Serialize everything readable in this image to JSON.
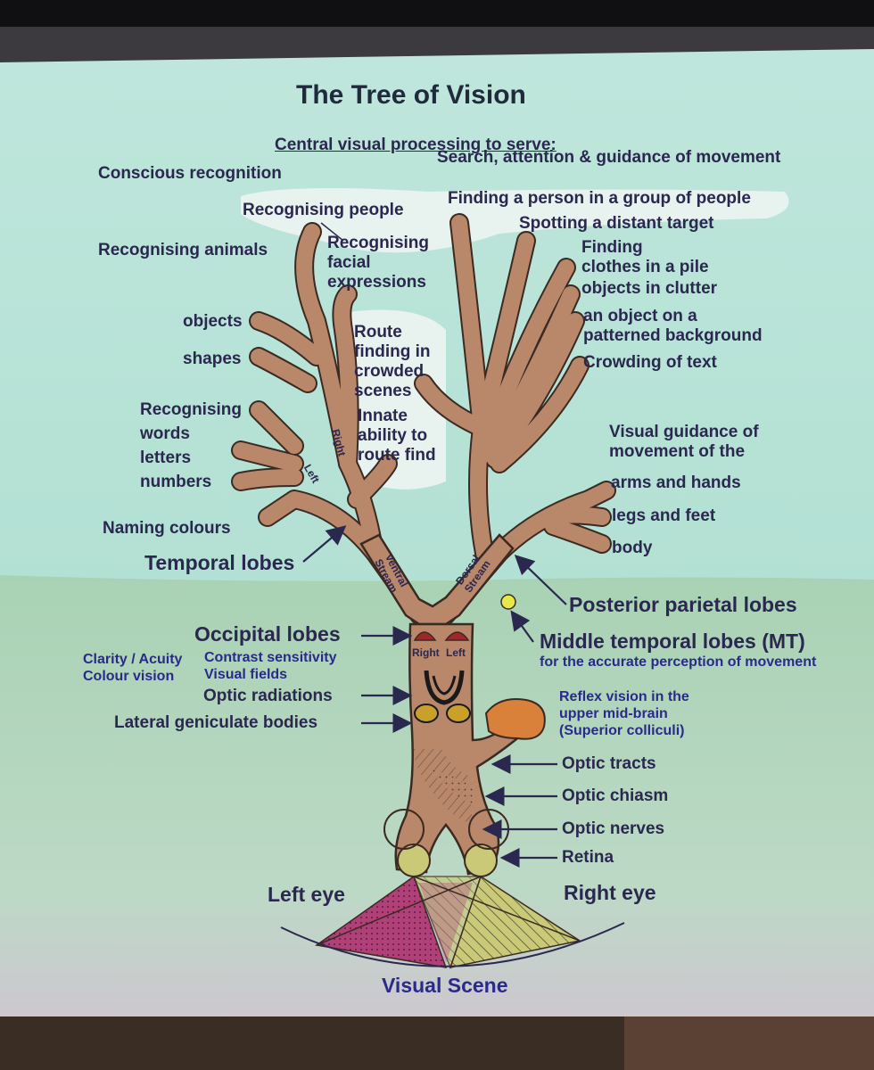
{
  "title": "The Tree of Vision",
  "subtitle": "Central visual processing to serve:",
  "header_left": "Conscious recognition",
  "header_right": "Search, attention & guidance of movement",
  "left_labels": {
    "recognising_people": "Recognising people",
    "recognising_animals": "Recognising animals",
    "facial_expressions": [
      "Recognising",
      "facial",
      "expressions"
    ],
    "objects": "objects",
    "shapes": "shapes",
    "route_finding": [
      "Route",
      "finding in",
      "crowded",
      "scenes"
    ],
    "innate": [
      "Innate",
      "ability to",
      "route find"
    ],
    "recognising_words": [
      "Recognising",
      "words",
      "letters",
      "numbers"
    ],
    "naming_colours": "Naming colours",
    "temporal_lobes": "Temporal lobes"
  },
  "right_labels": {
    "finding_person": "Finding a person in a group of people",
    "spotting_target": "Spotting a distant target",
    "finding": [
      "Finding",
      "clothes in a pile"
    ],
    "objects_clutter": "objects in clutter",
    "object_pattern": [
      "an object on a",
      "patterned background"
    ],
    "crowding_text": "Crowding of text",
    "visual_guidance": [
      "Visual guidance of",
      "movement of the"
    ],
    "arms_hands": "arms and hands",
    "legs_feet": "legs and feet",
    "body": "body",
    "posterior_parietal": "Posterior parietal lobes"
  },
  "stream_labels": {
    "ventral": [
      "Ventral",
      "Stream"
    ],
    "dorsal": [
      "Dorsal",
      "Stream"
    ],
    "left_branch": "Left",
    "right_branch": "Right",
    "trunk_right": "Right",
    "trunk_left": "Left"
  },
  "lower_labels": {
    "occipital": "Occipital lobes",
    "clarity": "Clarity / Acuity",
    "colour_vision": "Colour vision",
    "contrast": "Contrast sensitivity",
    "visual_fields": "Visual fields",
    "optic_radiations": "Optic radiations",
    "lgb": "Lateral geniculate bodies",
    "mt": "Middle temporal lobes (MT)",
    "mt_sub": "for the accurate perception of movement",
    "reflex": [
      "Reflex vision in the",
      "upper mid-brain",
      "(Superior colliculi)"
    ],
    "optic_tracts": "Optic tracts",
    "optic_chiasm": "Optic chiasm",
    "optic_nerves": "Optic nerves",
    "retina": "Retina",
    "left_eye": "Left eye",
    "right_eye": "Right eye",
    "visual_scene": "Visual Scene"
  },
  "colors": {
    "sky": "#b9e3d8",
    "ground": "#a7d0b6",
    "trunk": "#b9876a",
    "outline": "#3a2a22",
    "text": "#2b2850",
    "magenta": "#b03a7c",
    "yellow": "#c8c86a",
    "dot": "#e8e84a"
  }
}
